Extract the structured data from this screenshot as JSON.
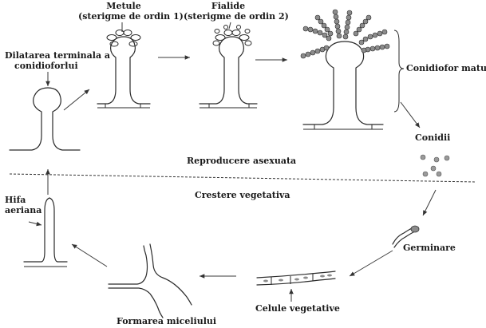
{
  "labels": {
    "metule_title": "Metule",
    "metule_sub": "(sterigme de ordin 1)",
    "fialide_title": "Fialide",
    "fialide_sub": "(sterigme de ordin 2)",
    "dilatarea_1": "Dilatarea terminala a",
    "dilatarea_2": "conidioforlui",
    "conidiofor_matur": "Conidiofor matur",
    "conidii": "Conidii",
    "reproducere": "Reproducere asexuata",
    "crestere": "Crestere vegetativa",
    "hifa_1": "Hifa",
    "hifa_2": "aeriana",
    "germinare": "Germinare",
    "celule_vegetative": "Celule vegetative",
    "formarea_miceliului": "Formarea miceliului"
  },
  "colors": {
    "stroke": "#2a2a2a",
    "spore_fill": "#9a9a9a",
    "chain_fill": "#8c8c8c",
    "text": "#1a1a1a"
  }
}
